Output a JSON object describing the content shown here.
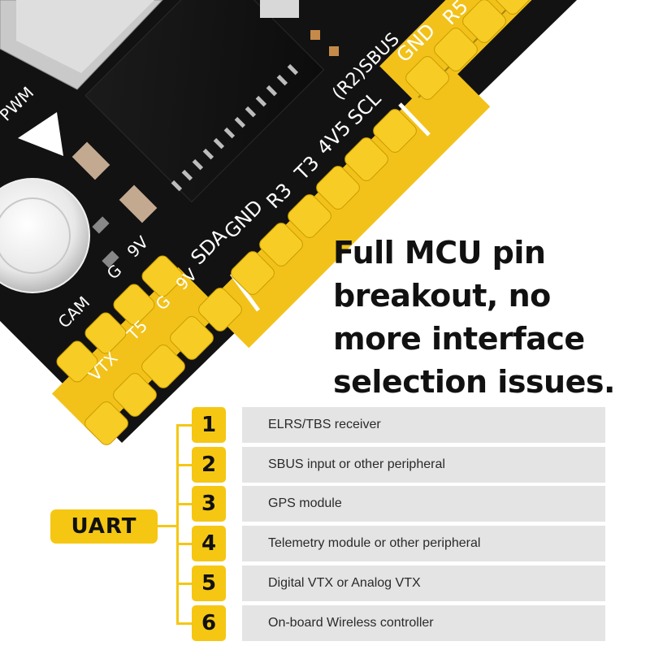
{
  "board": {
    "pin_labels_top": [
      "R5",
      "GND",
      "(R2)SBUS",
      "SCL",
      "4V5",
      "T3",
      "R3",
      "GND",
      "SDA"
    ],
    "pin_labels_bottom": [
      "9V",
      "G",
      "T5",
      "VTX"
    ],
    "pin_labels_cam": [
      "9V",
      "G",
      "CAM"
    ],
    "pwm_label": "PWM"
  },
  "headline": "Full MCU pin breakout, no more interface selection issues.",
  "uart_label": "UART",
  "uarts": [
    {
      "num": "1",
      "desc": "ELRS/TBS receiver"
    },
    {
      "num": "2",
      "desc": "SBUS input or other peripheral"
    },
    {
      "num": "3",
      "desc": "GPS module"
    },
    {
      "num": "4",
      "desc": "Telemetry module or other peripheral"
    },
    {
      "num": "5",
      "desc": "Digital VTX or Analog VTX"
    },
    {
      "num": "6",
      "desc": "On-board Wireless controller"
    }
  ],
  "colors": {
    "accent": "#f5c713",
    "board": "#111111",
    "row_bg": "#e4e4e4"
  }
}
